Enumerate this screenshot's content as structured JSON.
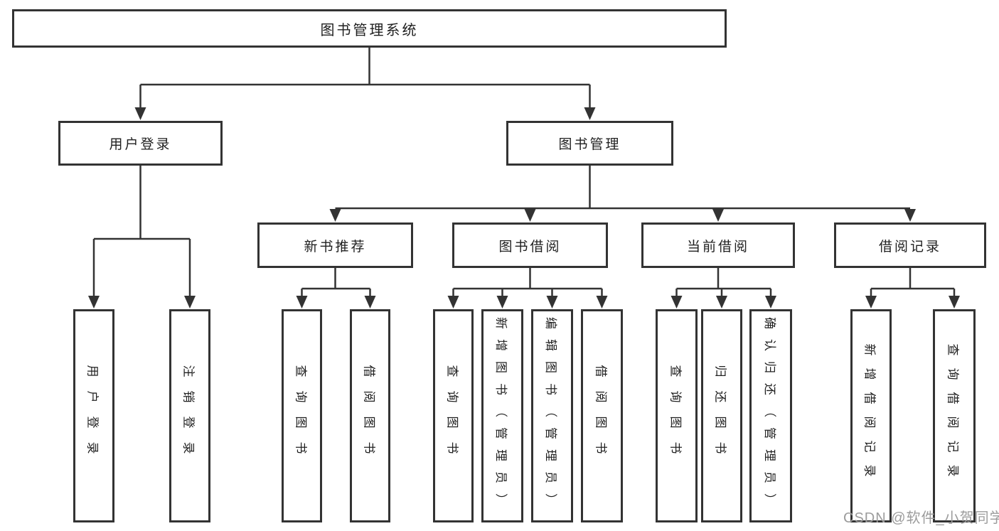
{
  "diagram": {
    "type": "hierarchy",
    "tree": {
      "label": "图书管理系统",
      "children": [
        {
          "label": "用户登录",
          "children": [
            {
              "label": "用户登录"
            },
            {
              "label": "注销登录"
            }
          ]
        },
        {
          "label": "图书管理",
          "children": [
            {
              "label": "新书推荐",
              "children": [
                {
                  "label": "查询图书"
                },
                {
                  "label": "借阅图书"
                }
              ]
            },
            {
              "label": "图书借阅",
              "children": [
                {
                  "label": "查询图书"
                },
                {
                  "label": "新增图书（管理员）"
                },
                {
                  "label": "编辑图书（管理员）"
                },
                {
                  "label": "借阅图书"
                }
              ]
            },
            {
              "label": "当前借阅",
              "children": [
                {
                  "label": "查询图书"
                },
                {
                  "label": "归还图书"
                },
                {
                  "label": "确认归还（管理员）"
                }
              ]
            },
            {
              "label": "借阅记录",
              "children": [
                {
                  "label": "新增借阅记录"
                },
                {
                  "label": "查询借阅记录"
                }
              ]
            }
          ]
        }
      ]
    },
    "colors": {
      "line": "#333333",
      "box_border": "#333333",
      "box_fill": "#ffffff",
      "text": "#1f1f1f",
      "background": "#ffffff",
      "watermark": "#9c9c9c"
    }
  },
  "watermark": {
    "text": "CSDN @软件_小贺同学"
  }
}
